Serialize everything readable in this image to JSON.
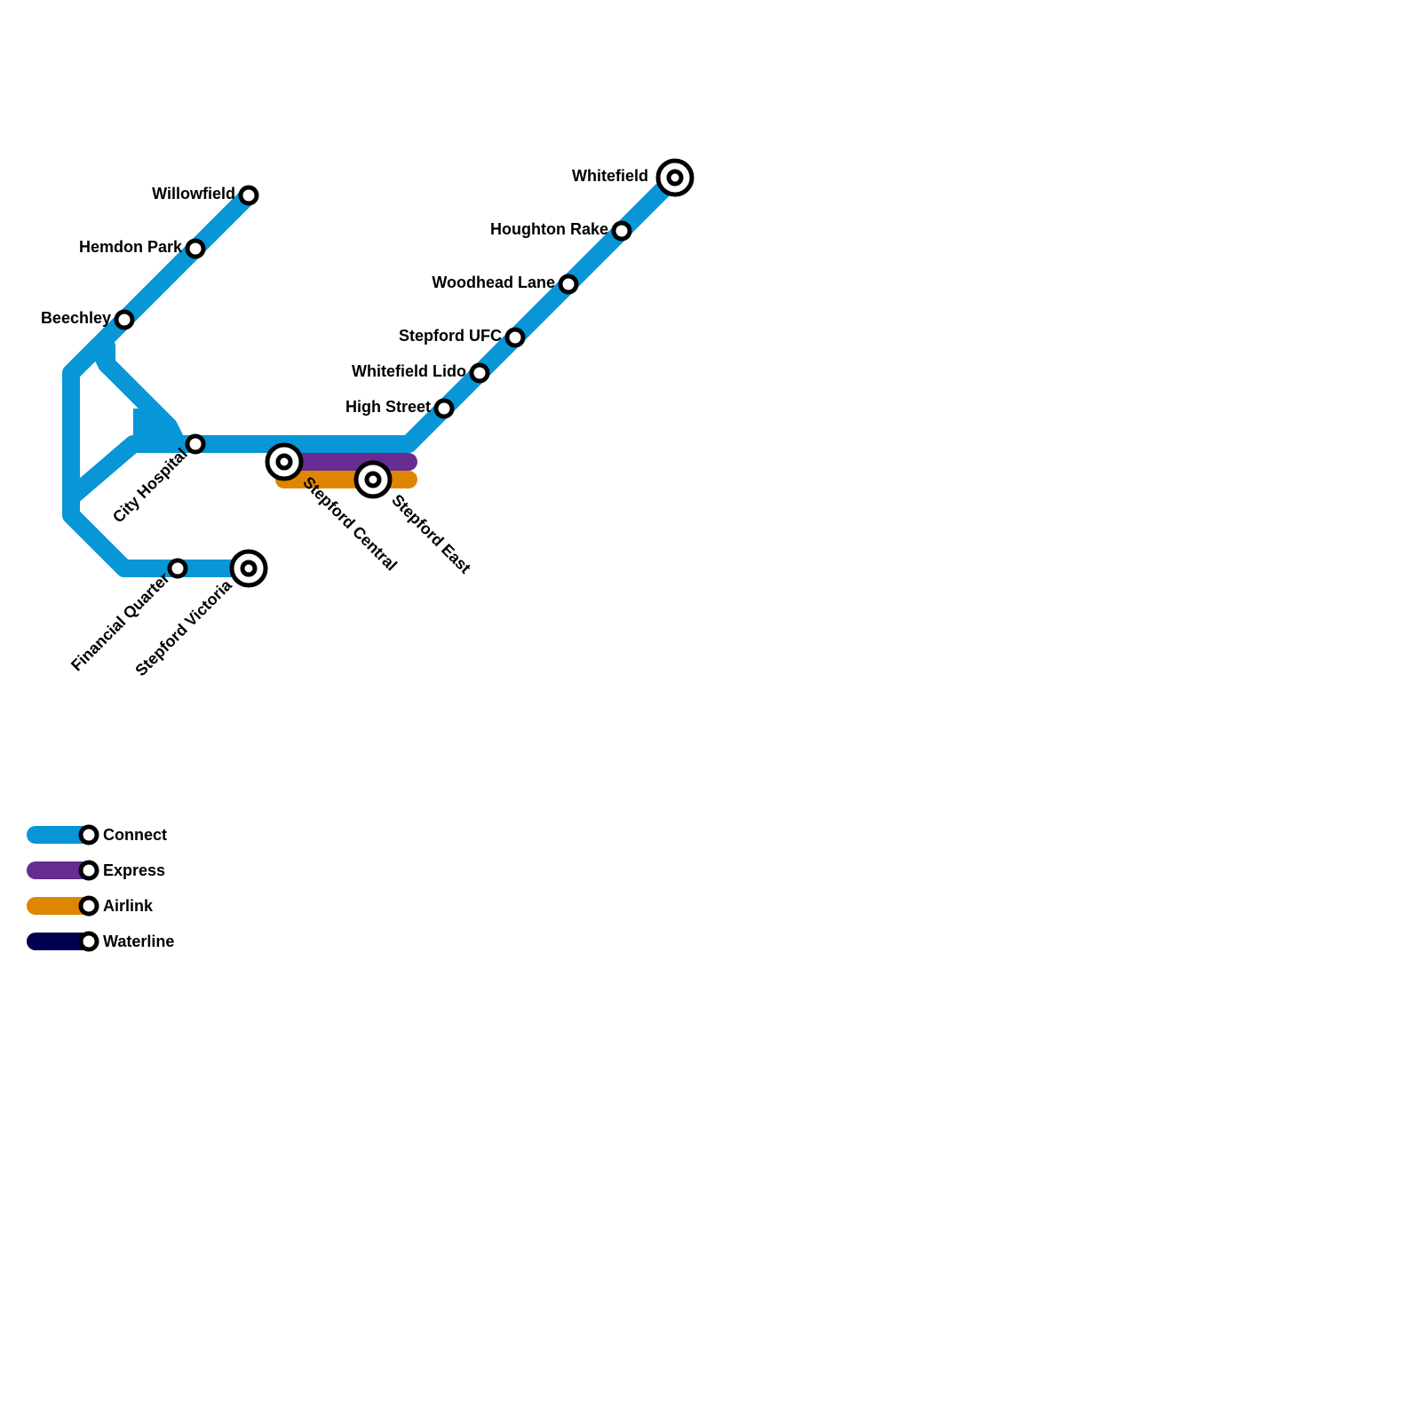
{
  "map": {
    "title": "Transit network map",
    "lines": [
      {
        "id": "connect",
        "name": "Connect",
        "color": "#0896d7"
      },
      {
        "id": "express",
        "name": "Express",
        "color": "#662c91"
      },
      {
        "id": "airlink",
        "name": "Airlink",
        "color": "#df8600"
      },
      {
        "id": "waterline",
        "name": "Waterline",
        "color": "#000050"
      }
    ],
    "stations": {
      "willowfield": {
        "name": "Willowfield",
        "type": "stop"
      },
      "hemdon_park": {
        "name": "Hemdon Park",
        "type": "stop"
      },
      "beechley": {
        "name": "Beechley",
        "type": "stop"
      },
      "city_hospital": {
        "name": "City Hospital",
        "type": "stop"
      },
      "financial_quarter": {
        "name": "Financial Quarter",
        "type": "stop"
      },
      "stepford_victoria": {
        "name": "Stepford Victoria",
        "type": "interchange"
      },
      "stepford_central": {
        "name": "Stepford Central",
        "type": "interchange"
      },
      "stepford_east": {
        "name": "Stepford East",
        "type": "interchange"
      },
      "high_street": {
        "name": "High Street",
        "type": "stop"
      },
      "whitefield_lido": {
        "name": "Whitefield Lido",
        "type": "stop"
      },
      "stepford_ufc": {
        "name": "Stepford UFC",
        "type": "stop"
      },
      "woodhead_lane": {
        "name": "Woodhead Lane",
        "type": "stop"
      },
      "houghton_rake": {
        "name": "Houghton Rake",
        "type": "stop"
      },
      "whitefield": {
        "name": "Whitefield",
        "type": "interchange"
      }
    }
  },
  "legend": {
    "items": [
      {
        "label": "Connect",
        "color": "#0896d7"
      },
      {
        "label": "Express",
        "color": "#662c91"
      },
      {
        "label": "Airlink",
        "color": "#df8600"
      },
      {
        "label": "Waterline",
        "color": "#000050"
      }
    ]
  }
}
